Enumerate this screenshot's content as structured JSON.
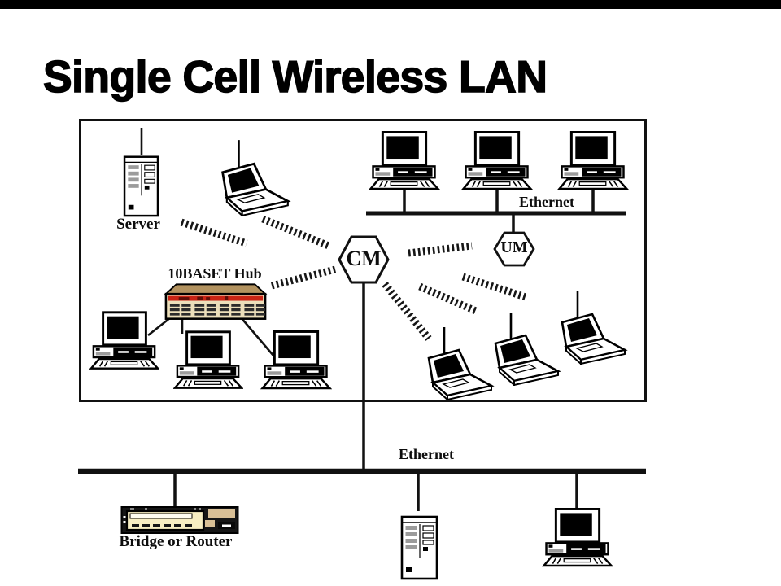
{
  "slide": {
    "title": "Single Cell Wireless LAN"
  },
  "cell": {
    "server_label": "Server",
    "hub_label": "10BASET Hub",
    "ethernet_label": "Ethernet",
    "cm_node_label": "CM",
    "um_node_label": "UM"
  },
  "backbone": {
    "ethernet_label": "Ethernet",
    "bridge_label": "Bridge or Router"
  },
  "colors": {
    "ink": "#111111",
    "hub_top": "#b2925f",
    "hub_front": "#ecdfba",
    "hub_stripe": "#c92314",
    "bridge_body": "#161616",
    "bridge_panel": "#f7eec2",
    "bridge_tan": "#d9c096"
  }
}
